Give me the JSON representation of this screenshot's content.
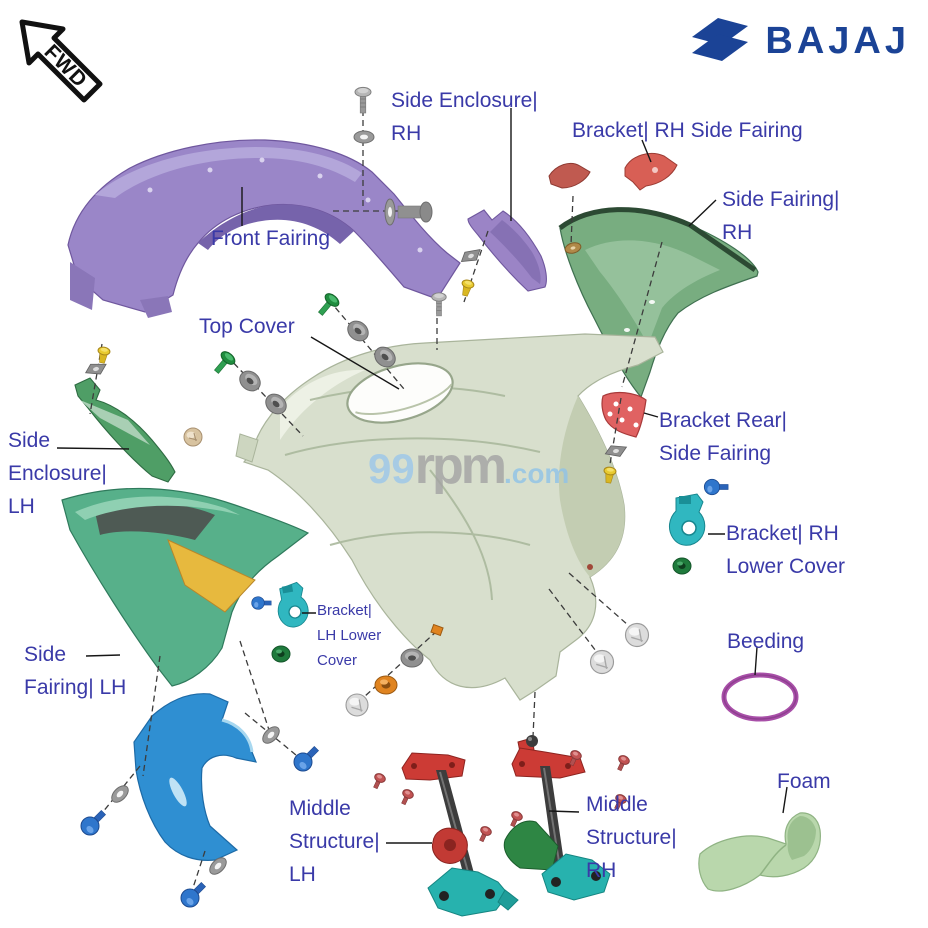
{
  "header": {
    "fwd_badge": "FWD",
    "brand": "BAJAJ"
  },
  "watermark": {
    "prefix": "99",
    "middle": "rpm",
    "suffix": ".com"
  },
  "labels": {
    "side_enclosure_rh": [
      "Side Enclosure|",
      "RH"
    ],
    "bracket_rh_side_fairing": [
      "Bracket| RH Side Fairing"
    ],
    "side_fairing_rh": [
      "Side Fairing|",
      "RH"
    ],
    "front_fairing": [
      "Front Fairing"
    ],
    "top_cover": [
      "Top Cover"
    ],
    "side_enclosure_lh": [
      "Side",
      "Enclosure|",
      "LH"
    ],
    "bracket_rear_side_fairing": [
      "Bracket Rear|",
      "Side Fairing"
    ],
    "bracket_rh_lower_cover": [
      "Bracket| RH",
      "Lower Cover"
    ],
    "beeding": [
      "Beeding"
    ],
    "side_fairing_lh": [
      "Side",
      "Fairing| LH"
    ],
    "bracket_lh_lower_cover": [
      "Bracket|",
      "LH Lower",
      "Cover"
    ],
    "middle_structure_lh": [
      "Middle",
      "Structure|",
      "LH"
    ],
    "middle_structure_rh": [
      "Middle",
      "Structure|",
      "RH"
    ],
    "foam": [
      "Foam"
    ]
  },
  "palette": {
    "label_text": "#3A3AA8",
    "brand_blue": "#1B4396",
    "front_fairing_purple": "#9A86C8",
    "side_fairing_rh_green": "#78AD80",
    "top_cover_sage": "#D8DFCD",
    "side_fairing_lh_teal": "#57B08A",
    "yellow_accent": "#E7B93E",
    "lower_cover_blue": "#2F8FD2",
    "bracket_red": "#CC4040",
    "bracket_teal": "#30B7C0",
    "beeding_purple": "#A84FA8",
    "foam_green": "#B9D7AC",
    "watermark_blue": "#8FC3E8",
    "watermark_gray": "#A3A3A3"
  }
}
